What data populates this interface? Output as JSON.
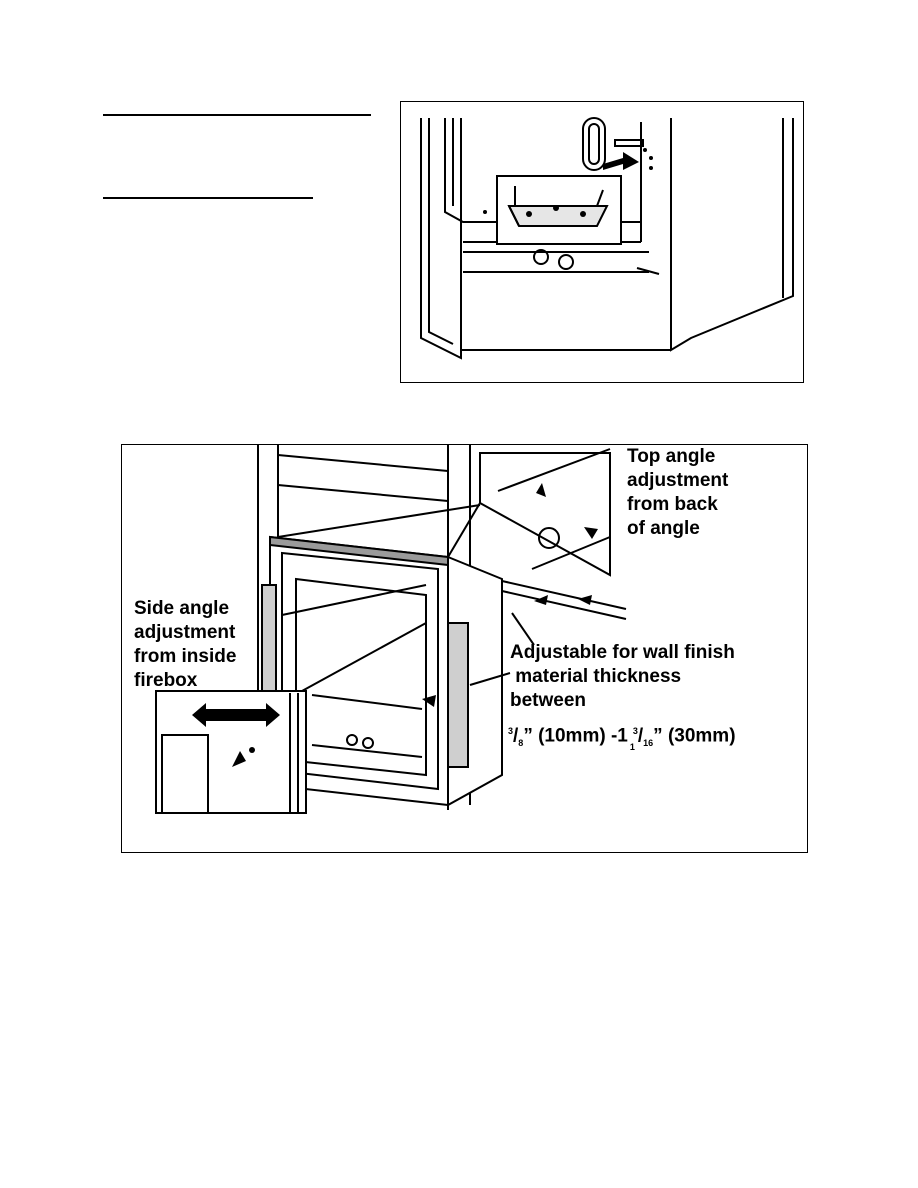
{
  "figure_bottom": {
    "top_label": [
      "Top angle",
      "adjustment",
      "from back",
      "of angle"
    ],
    "side_label": [
      "Side angle",
      "adjustment",
      "from inside",
      "firebox"
    ],
    "wall_label": [
      "Adjustable for wall finish",
      " material thickness",
      "between"
    ],
    "dimension": {
      "min_num": "3",
      "min_den": "8",
      "min_text": "” (10mm) -1",
      "max_whole_sub": "1",
      "max_num": "3",
      "max_den": "16",
      "max_text": "” (30mm)"
    }
  }
}
